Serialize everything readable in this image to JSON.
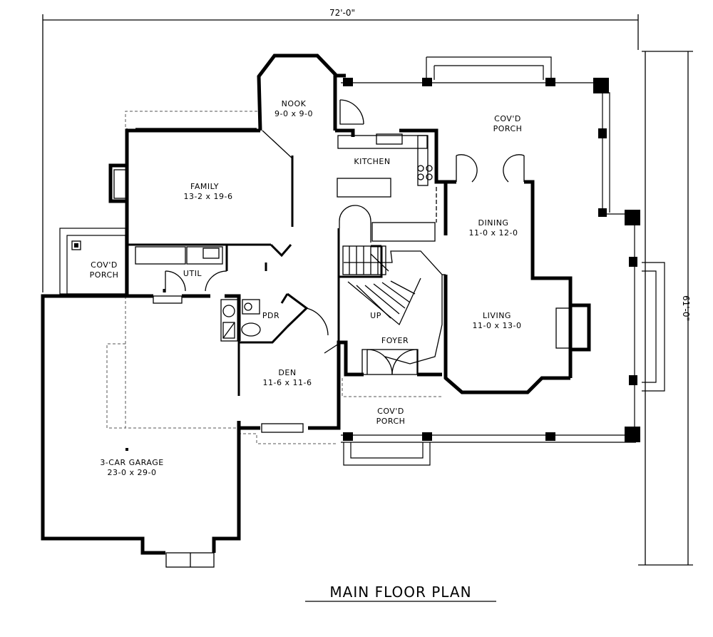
{
  "dimensions": {
    "width_label": "72'-0\"",
    "depth_label": "61'-0\""
  },
  "rooms": [
    {
      "key": "nook",
      "name": "NOOK",
      "size": "9-0 x 9-0"
    },
    {
      "key": "kitchen",
      "name": "KITCHEN",
      "size": ""
    },
    {
      "key": "family",
      "name": "FAMILY",
      "size": "13-2 x 19-6"
    },
    {
      "key": "dining",
      "name": "DINING",
      "size": "11-0 x 12-0"
    },
    {
      "key": "living",
      "name": "LIVING",
      "size": "11-0 x 13-0"
    },
    {
      "key": "den",
      "name": "DEN",
      "size": "11-6 x 11-6"
    },
    {
      "key": "garage",
      "name": "3-CAR GARAGE",
      "size": "23-0 x 29-0"
    }
  ],
  "small_labels": {
    "util": "UTIL",
    "pdr": "PDR",
    "foyer": "FOYER",
    "up": "UP"
  },
  "porches": [
    {
      "key": "front-right",
      "line1": "COV'D",
      "line2": "PORCH"
    },
    {
      "key": "side-left",
      "line1": "COV'D",
      "line2": "PORCH"
    },
    {
      "key": "front",
      "line1": "COV'D",
      "line2": "PORCH"
    }
  ],
  "plan_title": "MAIN FLOOR PLAN"
}
